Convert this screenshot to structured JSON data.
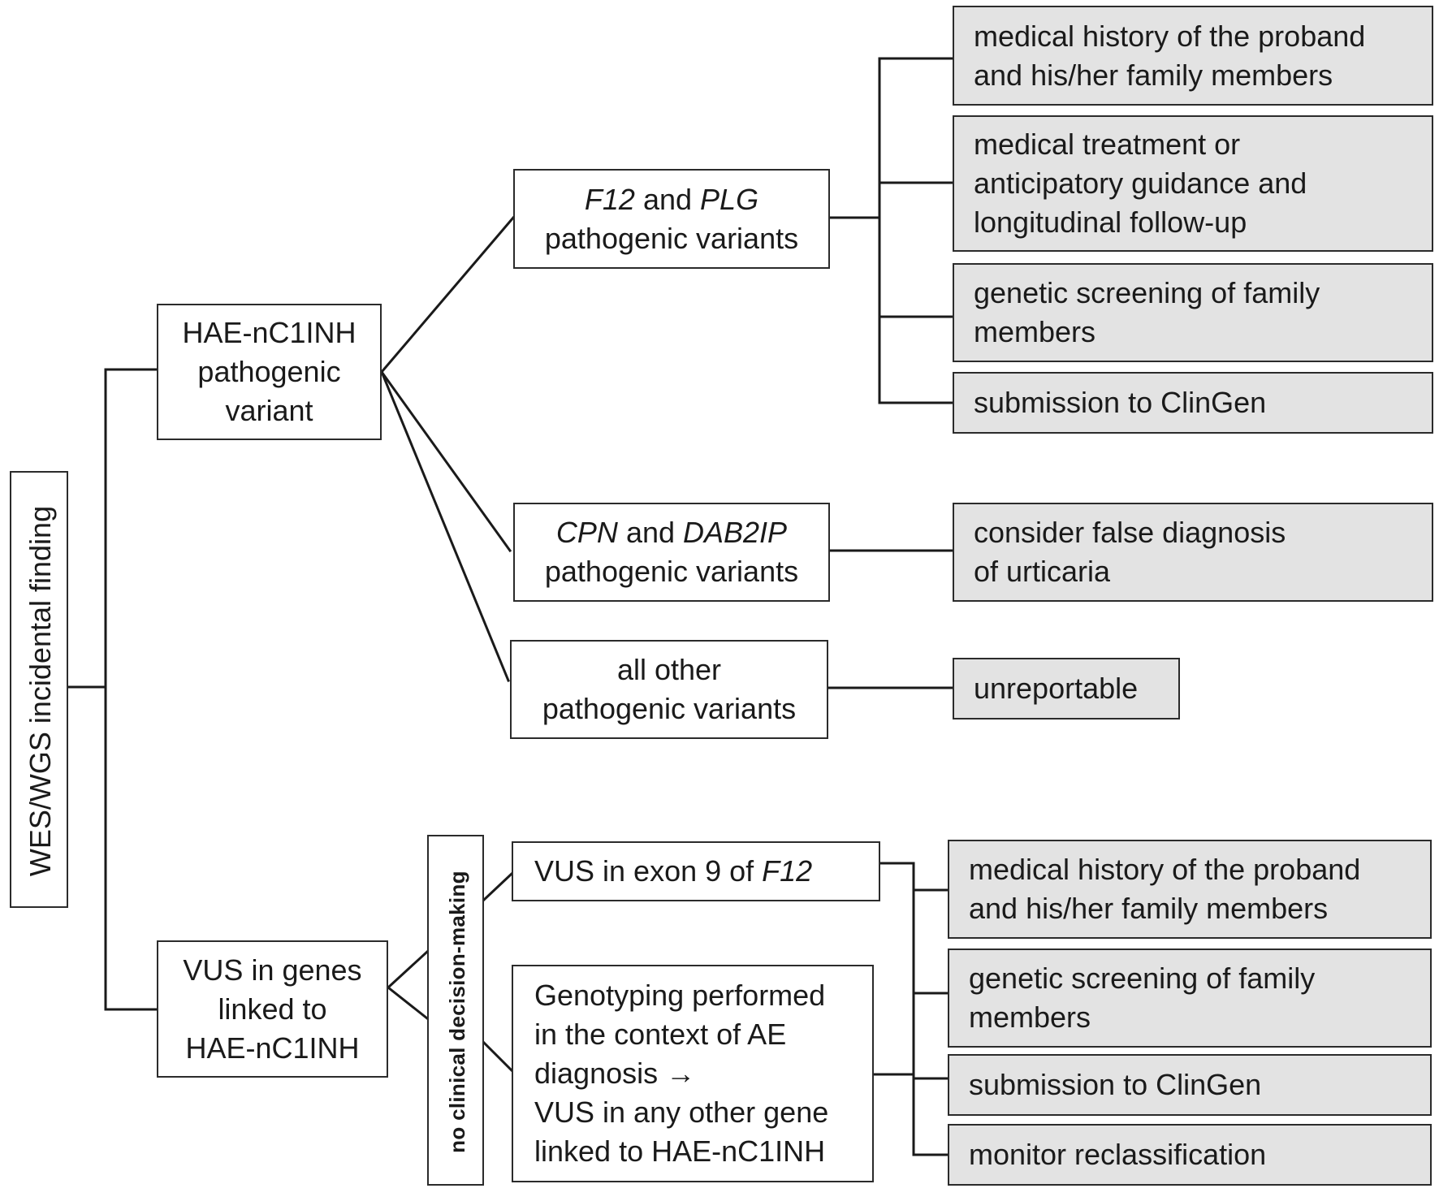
{
  "root": {
    "label": "WES/WGS incidental finding"
  },
  "hae_pathogenic": {
    "lines": [
      "HAE-nC1INH",
      "pathogenic",
      "variant"
    ]
  },
  "f12_plg": {
    "gene1": "F12",
    "and": " and ",
    "gene2": "PLG",
    "line2": "pathogenic variants"
  },
  "cpn_dab": {
    "gene1": "CPN",
    "and": " and ",
    "gene2": "DAB2IP",
    "line2": "pathogenic variants"
  },
  "all_other": {
    "lines": [
      "all other",
      "pathogenic variants"
    ]
  },
  "actions_f12_plg": [
    {
      "lines": [
        "medical history of the proband",
        "and his/her family members"
      ]
    },
    {
      "lines": [
        "medical treatment or",
        "anticipatory guidance and",
        "longitudinal follow-up"
      ]
    },
    {
      "lines": [
        "genetic screening of family",
        "members"
      ]
    },
    {
      "lines": [
        "submission to ClinGen"
      ]
    }
  ],
  "action_cpn": {
    "lines": [
      "consider false diagnosis",
      "of urticaria"
    ]
  },
  "action_other": {
    "label": "unreportable"
  },
  "vus_genes": {
    "lines": [
      "VUS in genes",
      "linked to",
      "HAE-nC1INH"
    ]
  },
  "no_decision": {
    "label": "no clinical decision-making"
  },
  "vus_exon": {
    "prefix": "VUS in exon 9 of ",
    "gene": "F12"
  },
  "genotyping": {
    "lines": [
      "Genotyping performed",
      "in the context of AE",
      "diagnosis →",
      "VUS in any other gene",
      "linked to HAE-nC1INH"
    ]
  },
  "actions_vus": [
    {
      "lines": [
        "medical history of the proband",
        "and his/her family members"
      ]
    },
    {
      "lines": [
        "genetic screening of family",
        "members"
      ]
    },
    {
      "lines": [
        "submission to ClinGen"
      ]
    },
    {
      "lines": [
        "monitor reclassification"
      ]
    }
  ],
  "colors": {
    "line": "#1a1a1a",
    "grey_box": "#e3e3e3",
    "border": "#2b2b2b"
  }
}
